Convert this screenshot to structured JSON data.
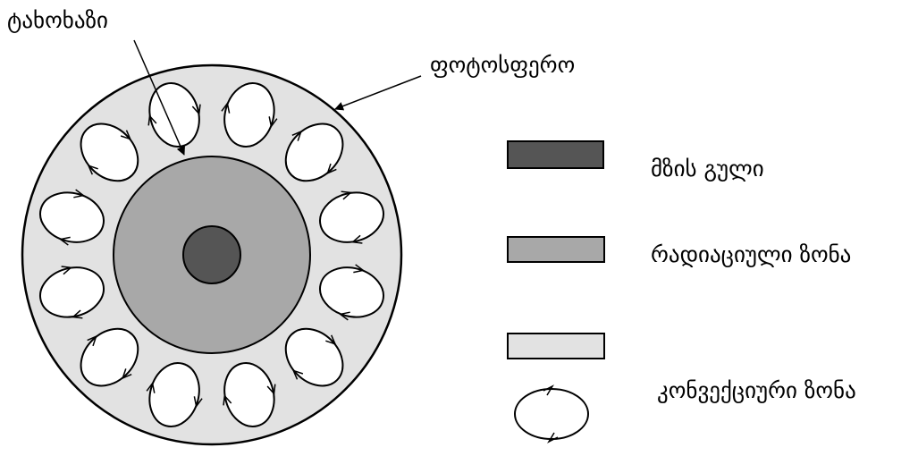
{
  "labels": {
    "tachocline": "ტახოხაზი",
    "photosphere": "ფოტოსფერო",
    "core": "მზის გული",
    "radiative_zone": "რადიაციული ზონა",
    "convective_zone": "კონვექციური ზონა"
  },
  "colors": {
    "core": "#555555",
    "radiative_zone": "#a8a8a8",
    "convective_zone": "#e2e2e2",
    "outline": "#000000",
    "cell_fill": "#ffffff"
  },
  "convection_cell_count": 12
}
